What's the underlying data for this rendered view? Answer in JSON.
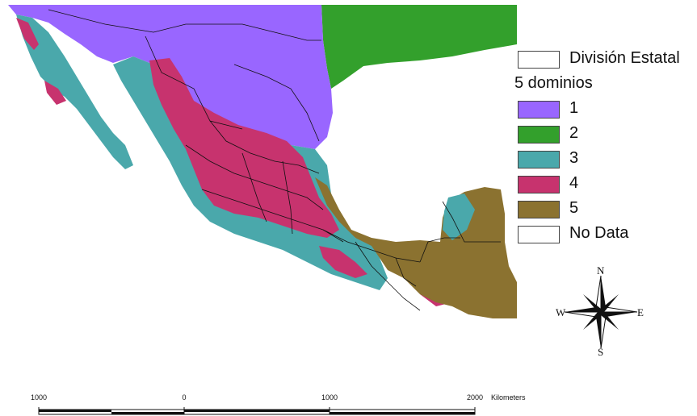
{
  "legend": {
    "boundary_label": "División Estatal",
    "title": "5 dominios",
    "items": [
      {
        "label": "1",
        "color": "#9966ff"
      },
      {
        "label": "2",
        "color": "#33a02c"
      },
      {
        "label": "3",
        "color": "#4aa8ab"
      },
      {
        "label": "4",
        "color": "#c7336e"
      },
      {
        "label": "5",
        "color": "#8b7230"
      }
    ],
    "nodata_label": "No Data",
    "nodata_color": "#ffffff"
  },
  "compass": {
    "n": "N",
    "s": "S",
    "e": "E",
    "w": "W"
  },
  "scale": {
    "ticks": [
      "1000",
      "0",
      "1000",
      "2000"
    ],
    "unit": "Kilometers"
  }
}
